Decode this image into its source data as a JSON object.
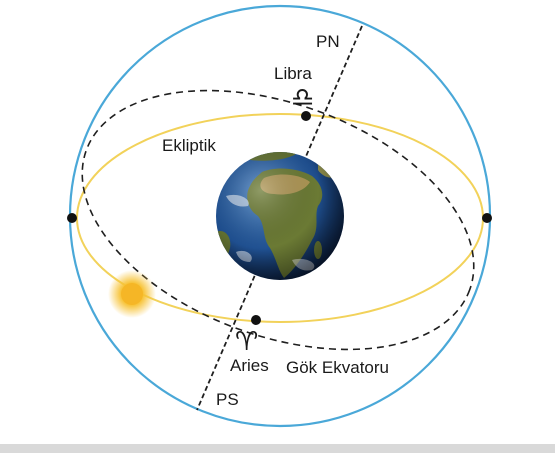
{
  "labels": {
    "north_pole": "PN",
    "south_pole": "PS",
    "libra": "Libra",
    "libra_symbol": "♎",
    "aries": "Aries",
    "aries_symbol": "♈",
    "ecliptic": "Ekliptik",
    "celestial_equator": "Gök Ekvatoru"
  },
  "colors": {
    "celestial_sphere": "#4aa8d8",
    "ecliptic": "#f2d25a",
    "celestial_equator": "#1f1f1f",
    "sun": "#f7c234",
    "earth_ocean": "#1f4f8f",
    "earth_land": "#6b7a34"
  },
  "icons": {
    "sun": "sun-icon",
    "earth": "earth-globe-icon"
  }
}
